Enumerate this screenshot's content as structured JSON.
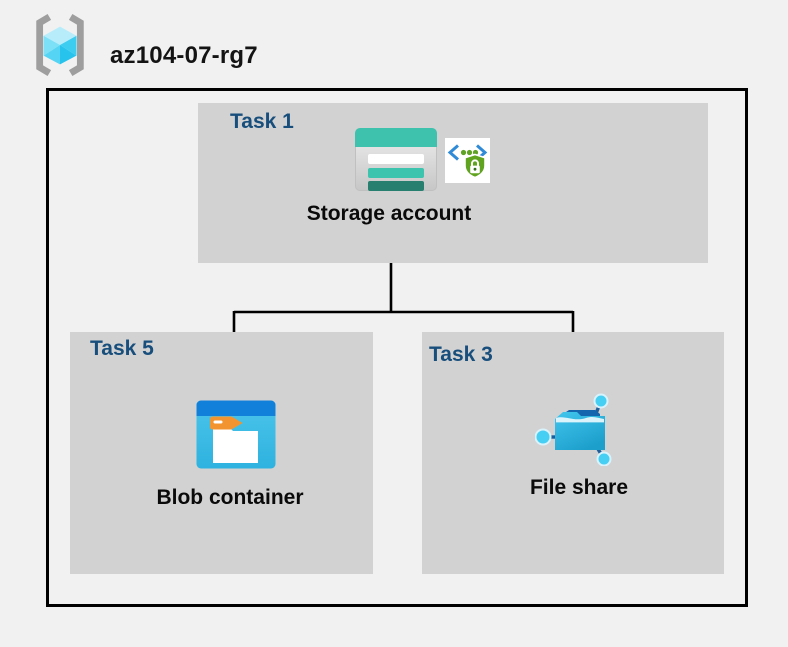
{
  "header": {
    "title": "az104-07-rg7",
    "icon": "resource-group-icon"
  },
  "diagram": {
    "groups": [
      {
        "key": "task1",
        "label": "Task 1",
        "node": {
          "label": "Storage account",
          "icons": [
            "storage-account-icon",
            "secure-access-icon"
          ]
        }
      },
      {
        "key": "task5",
        "label": "Task 5",
        "node": {
          "label": "Blob container",
          "icons": [
            "blob-container-icon"
          ]
        }
      },
      {
        "key": "task3",
        "label": "Task 3",
        "node": {
          "label": "File share",
          "icons": [
            "file-share-icon"
          ]
        }
      }
    ],
    "connectors": [
      {
        "from": "storage-account",
        "to": "blob-container"
      },
      {
        "from": "storage-account",
        "to": "file-share"
      }
    ]
  },
  "colors": {
    "page_background": "#f1f1f1",
    "group_box_background": "#d2d2d2",
    "outer_border": "#000000",
    "connector": "#000000",
    "group_label_blue": "#174e7c",
    "storage_teal": "#3ec1ad",
    "storage_teal_dark": "#27806f",
    "blob_header_blue": "#1180da",
    "blob_body_cyan": "#3cbde6",
    "folder_tab_orange": "#f29430",
    "file_share_blue": "#1d9fcb",
    "network_node_cyan": "#47cff3",
    "shield_green": "#5fa31e",
    "code_bracket_blue": "#2f8ad7",
    "bracket_gray": "#9e9e9e",
    "cube_cyan_light": "#b7edfb"
  }
}
